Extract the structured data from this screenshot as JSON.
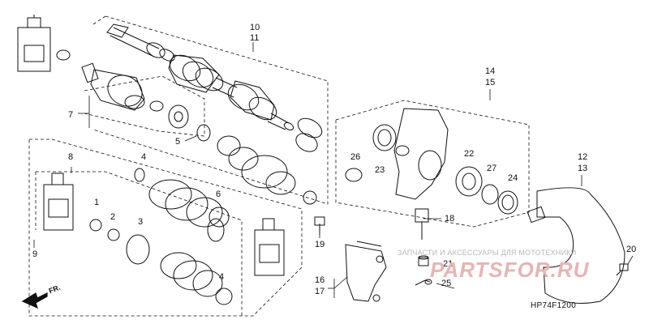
{
  "diagram": {
    "reference_code": "HP74F1200",
    "direction_label": "FR.",
    "callouts": {
      "c1": "1",
      "c2": "2",
      "c3": "3",
      "c4a": "4",
      "c4b": "4",
      "c5": "5",
      "c6": "6",
      "c7": "7",
      "c8": "8",
      "c9": "9",
      "c10": "10",
      "c11": "11",
      "c12": "12",
      "c13": "13",
      "c14": "14",
      "c15": "15",
      "c16": "16",
      "c17": "17",
      "c18": "18",
      "c19": "19",
      "c20": "20",
      "c21": "21",
      "c22": "22",
      "c23": "23",
      "c24": "24",
      "c25": "25",
      "c26": "26",
      "c27": "27"
    }
  },
  "watermark": {
    "caption": "ЗАПЧАСТИ И АКСЕССУАРЫ ДЛЯ МОТОТЕХНИКИ",
    "brand": "PARTSFOR.RU"
  }
}
